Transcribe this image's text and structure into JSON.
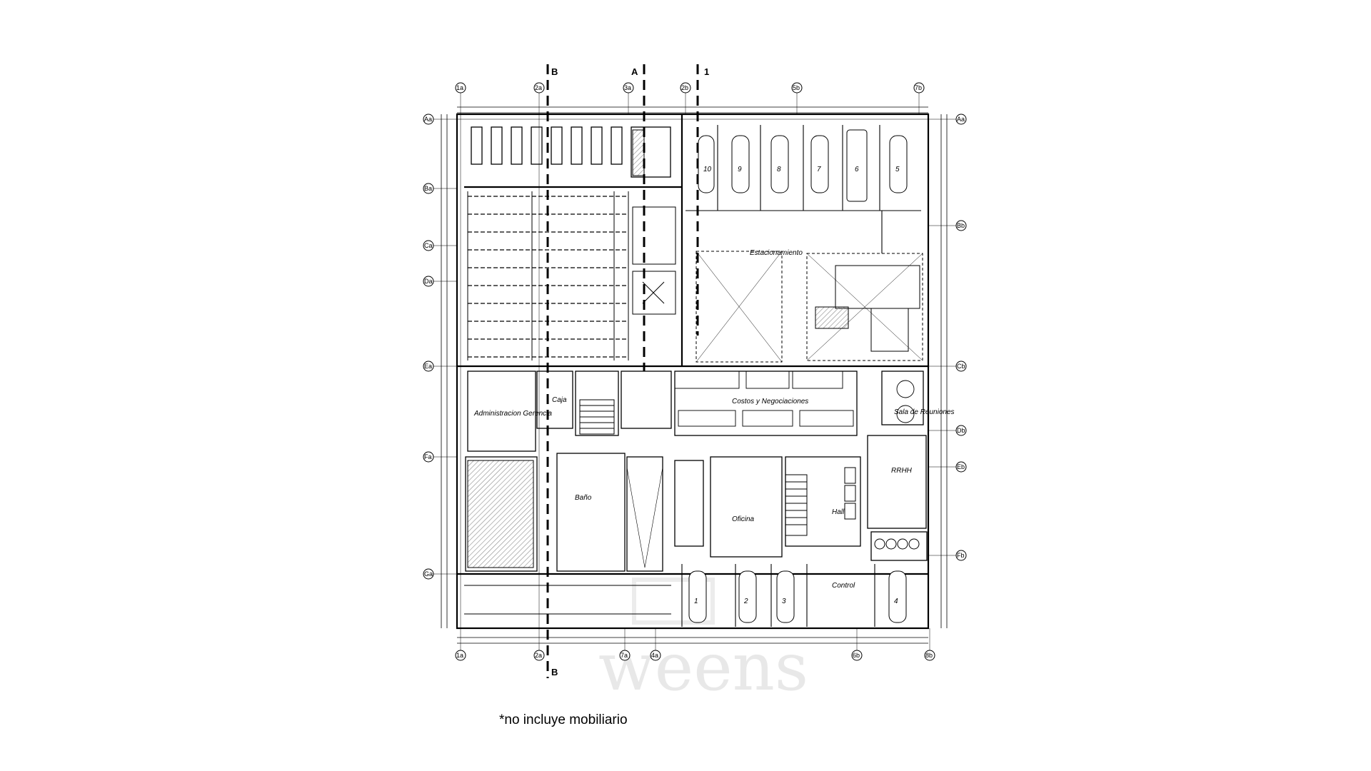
{
  "footnote": "*no incluye mobiliario",
  "watermark": "weens",
  "grid_columns_top": [
    "1a",
    "2a",
    "3a",
    "2b",
    "5b",
    "7b"
  ],
  "grid_columns_bottom": [
    "1a",
    "2a",
    "7a",
    "4a",
    "6b",
    "8b"
  ],
  "grid_rows_left": [
    "Aa",
    "Ba",
    "Ca",
    "Da",
    "Ea",
    "Fa",
    "Ga"
  ],
  "grid_rows_right": [
    "Aa",
    "Bb",
    "Cb",
    "Db",
    "Eb",
    "Fb"
  ],
  "section_marks": [
    "B",
    "A",
    "1",
    "B"
  ],
  "rooms": {
    "estacionamiento": "Estacionamiento",
    "costos": "Costos y Negociaciones",
    "sala_reuniones": "Sala de Reuniones",
    "administracion": "Administracion Gerencia",
    "caja": "Caja",
    "rrhh": "RRHH",
    "hall": "Hall",
    "oficina": "Oficina",
    "control": "Control",
    "bano": "Baño"
  },
  "parking_numbers": [
    "10",
    "9",
    "8",
    "7",
    "6",
    "5",
    "1",
    "2",
    "3",
    "4"
  ],
  "colors": {
    "line": "#000000",
    "hatch": "#9a9a9a",
    "watermark": "#e8e8e8"
  }
}
